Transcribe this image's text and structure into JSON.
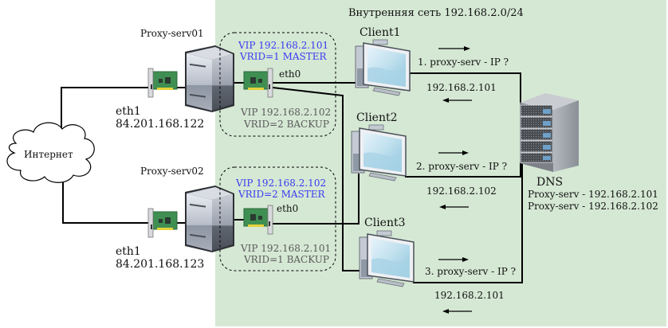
{
  "internal_network": {
    "title": "Внутренняя сеть 192.168.2.0/24",
    "background_color": "#d5e8d4"
  },
  "internet": {
    "label": "Интернет"
  },
  "proxy_servers": [
    {
      "name": "Proxy-serv01",
      "external_iface": "eth1",
      "external_ip": "84.201.168.122",
      "internal_iface": "eth0",
      "master": {
        "vip": "VIP 192.168.2.101",
        "vrid": "VRID=1 MASTER"
      },
      "backup": {
        "vip": "VIP 192.168.2.102",
        "vrid": "VRID=2 BACKUP"
      }
    },
    {
      "name": "Proxy-serv02",
      "external_iface": "eth1",
      "external_ip": "84.201.168.123",
      "internal_iface": "eth0",
      "master": {
        "vip": "VIP 192.168.2.102",
        "vrid": "VRID=2 MASTER"
      },
      "backup": {
        "vip": "VIP 192.168.2.101",
        "vrid": "VRID=1 BACKUP"
      }
    }
  ],
  "clients": [
    {
      "name": "Client1",
      "query": "1. proxy-serv - IP ?",
      "answer": "192.168.2.101"
    },
    {
      "name": "Client2",
      "query": "2. proxy-serv - IP ?",
      "answer": "192.168.2.102"
    },
    {
      "name": "Client3",
      "query": "3. proxy-serv - IP ?",
      "answer": "192.168.2.101"
    }
  ],
  "dns": {
    "label": "DNS",
    "records": [
      "Proxy-serv - 192.168.2.101",
      "Proxy-serv - 192.168.2.102"
    ]
  },
  "colors": {
    "master_text": "#3b3bf0",
    "backup_text": "#5a5a5a"
  }
}
